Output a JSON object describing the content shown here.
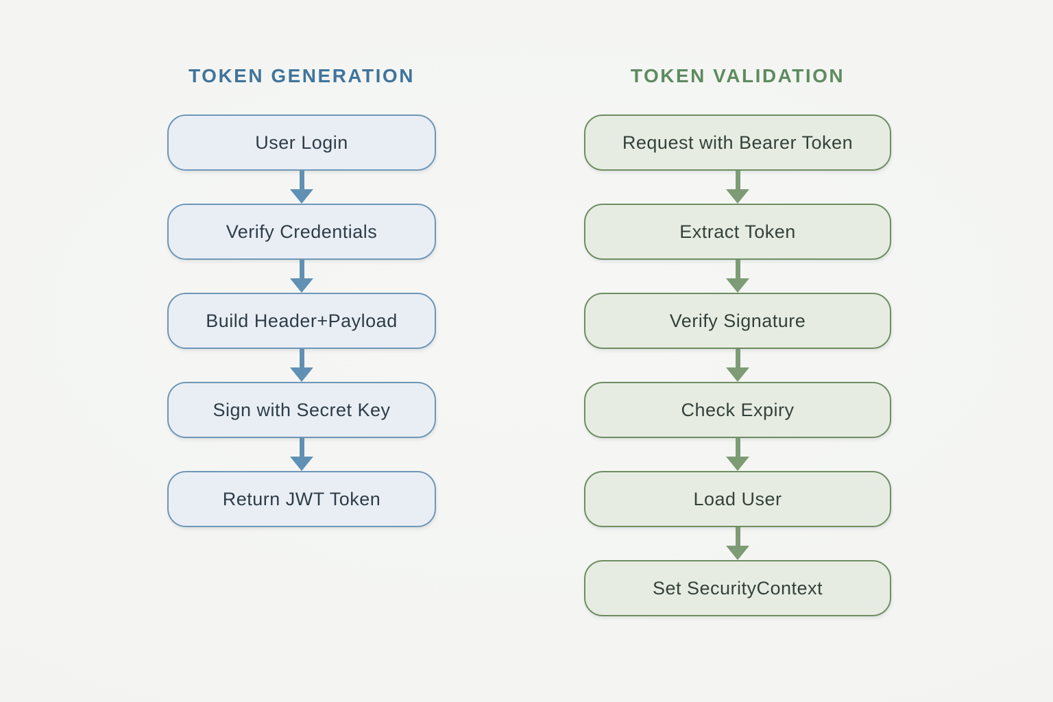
{
  "page": {
    "background": "#f4f5f3"
  },
  "diagram": {
    "columns": [
      {
        "id": "token-generation",
        "title": "TOKEN GENERATION",
        "theme": {
          "title": "#40749b",
          "fill": "#e9eef5",
          "border": "#6e96b6",
          "text": "#2e3c46",
          "arrow": "#6090b4"
        },
        "steps": [
          {
            "label": "User Login"
          },
          {
            "label": "Verify Credentials"
          },
          {
            "label": "Build Header+Payload"
          },
          {
            "label": "Sign with Secret Key"
          },
          {
            "label": "Return JWT Token"
          }
        ]
      },
      {
        "id": "token-validation",
        "title": "TOKEN VALIDATION",
        "theme": {
          "title": "#5d8b5f",
          "fill": "#e7ece2",
          "border": "#6d8d61",
          "text": "#33413a",
          "arrow": "#7d9c75"
        },
        "steps": [
          {
            "label": "Request with Bearer Token"
          },
          {
            "label": "Extract Token"
          },
          {
            "label": "Verify Signature"
          },
          {
            "label": "Check Expiry"
          },
          {
            "label": "Load User"
          },
          {
            "label": "Set SecurityContext"
          }
        ]
      }
    ]
  }
}
